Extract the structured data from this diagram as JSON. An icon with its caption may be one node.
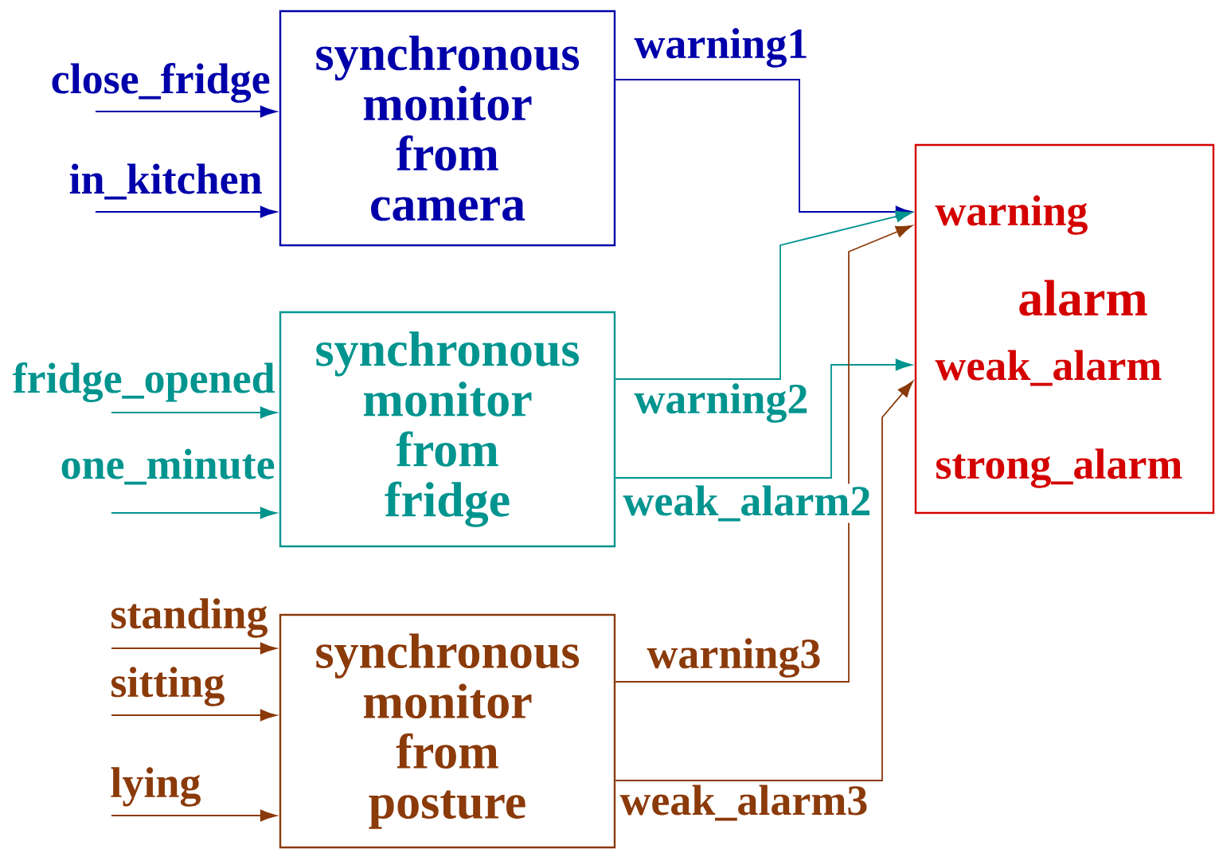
{
  "diagram": {
    "nodes": [
      {
        "text": [
          "synchronous monitor from camera"
        ]
      },
      {
        "text": [
          "synchronous monitor from fridge"
        ]
      },
      {
        "text": [
          "synchronous monitor from posture"
        ]
      },
      {
        "text": [
          "warning",
          "alarm",
          "weak_alarm",
          "strong_alarm"
        ]
      }
    ],
    "edges": [
      {
        "from": null,
        "to": 0,
        "arrow": "to",
        "label": "close_fridge",
        "color": "#0000aa"
      },
      {
        "from": null,
        "to": 0,
        "arrow": "to",
        "label": "in_kitchen",
        "color": "#0000aa"
      },
      {
        "from": null,
        "to": 1,
        "arrow": "to",
        "label": "fridge_opened",
        "color": "#00948f"
      },
      {
        "from": null,
        "to": 1,
        "arrow": "to",
        "label": "one_minute",
        "color": "#00948f"
      },
      {
        "from": null,
        "to": 2,
        "arrow": "to",
        "label": "standing",
        "color": "#8b3a0a"
      },
      {
        "from": null,
        "to": 2,
        "arrow": "to",
        "label": "sitting",
        "color": "#8b3a0a"
      },
      {
        "from": null,
        "to": 2,
        "arrow": "to",
        "label": "lying",
        "color": "#8b3a0a"
      },
      {
        "from": 0,
        "to": 3,
        "arrow": "to",
        "label": "warning1",
        "color": "#0000aa"
      },
      {
        "from": 1,
        "to": 3,
        "arrow": "to",
        "label": "warning2",
        "color": "#00948f"
      },
      {
        "from": 1,
        "to": 3,
        "arrow": "to",
        "label": "weak_alarm2",
        "color": "#00948f"
      },
      {
        "from": 2,
        "to": 3,
        "arrow": "to",
        "label": "warning3",
        "color": "#8b3a0a"
      },
      {
        "from": 2,
        "to": 3,
        "arrow": "to",
        "label": "weak_alarm3",
        "color": "#8b3a0a"
      }
    ]
  }
}
